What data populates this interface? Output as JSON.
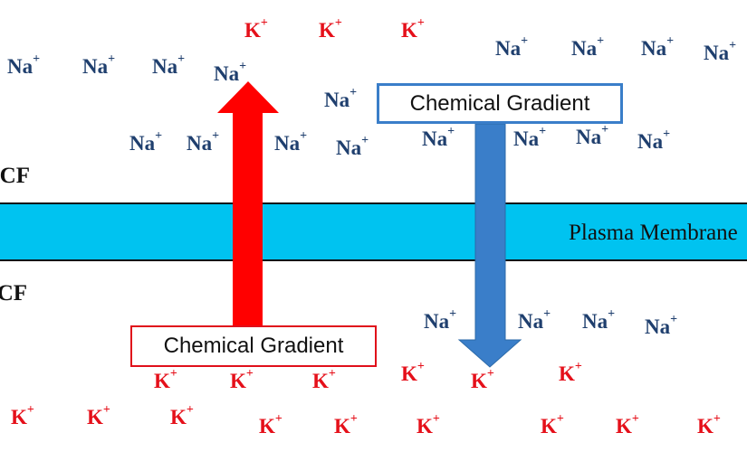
{
  "labels": {
    "ecf": "ECF",
    "icf": "ICF",
    "membrane": "Plasma Membrane",
    "k_gradient": "Chemical Gradient",
    "na_gradient": "Chemical Gradient"
  },
  "ions": {
    "sodium": "Na",
    "potassium": "K",
    "charge": "+"
  },
  "colors": {
    "sodium": "#1f3f6e",
    "potassium": "#e5101a",
    "membrane": "#00c3f0",
    "k_arrow": "#ff0000",
    "na_arrow": "#3a7ec9"
  }
}
